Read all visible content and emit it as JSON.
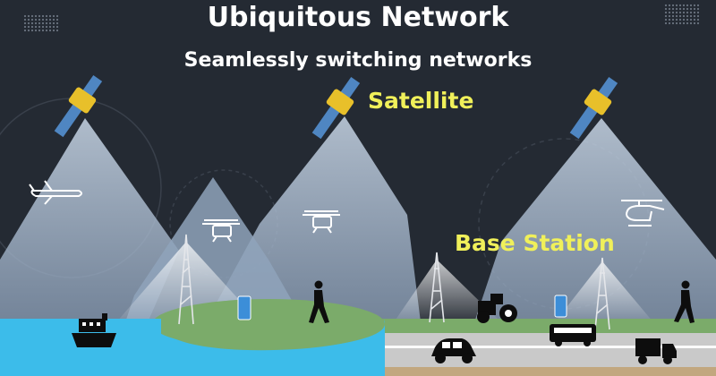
{
  "title": "Ubiquitous Network",
  "subtitle": "Seamlessly switching networks",
  "labels": {
    "satellite": "Satellite",
    "base_station": "Base Station"
  },
  "colors": {
    "background": "#242a33",
    "title_text": "#ffffff",
    "label_text": "#f0f05a",
    "sea": "#3cbcea",
    "grass": "#7bab6a",
    "road": "#c9c9c9",
    "sand": "#c2a77f",
    "beam": "#b7c9de",
    "satellite_body": "#e8c02a",
    "satellite_panel": "#4f86c2",
    "icon_white": "#ffffff",
    "silhouette": "#0d0d0d"
  },
  "icons": [
    "satellite-icon",
    "airplane-icon",
    "drone-icon",
    "helicopter-icon",
    "cell-tower-icon",
    "smartphone-icon",
    "person-walking-icon",
    "ship-icon",
    "tractor-icon",
    "car-icon",
    "bus-icon",
    "truck-icon"
  ]
}
